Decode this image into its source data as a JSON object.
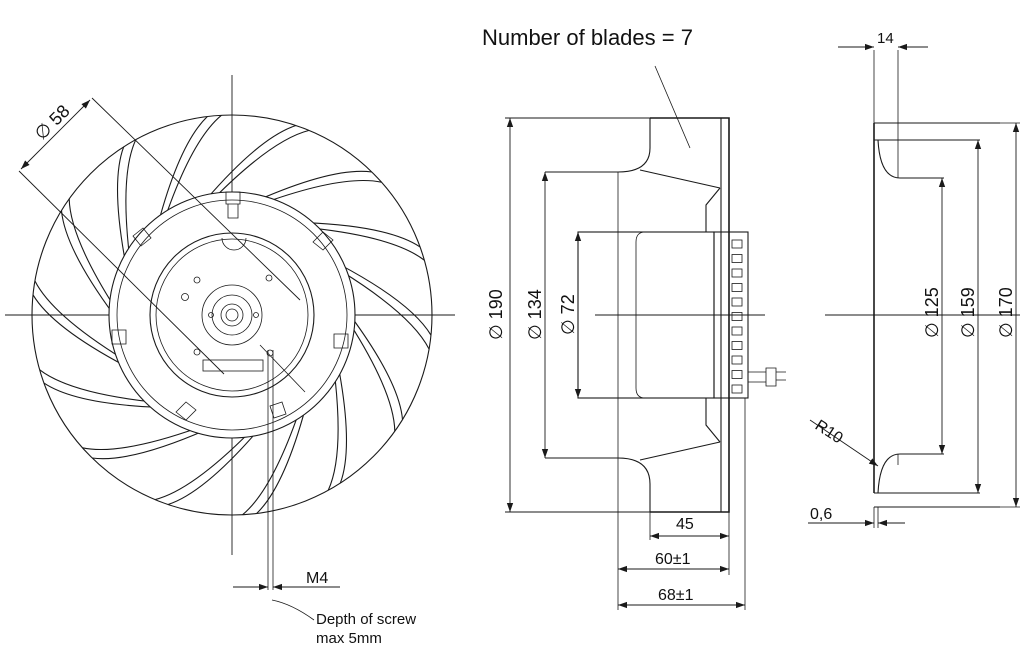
{
  "title": "Number of blades = 7",
  "front_view": {
    "hub_diameter": "∅ 58",
    "thread": "M4",
    "screw_note_line1": "Depth of screw",
    "screw_note_line2": "max 5mm"
  },
  "side_view": {
    "outer_diameter": "∅ 190",
    "inlet_diameter": "∅ 134",
    "motor_diameter": "∅  72",
    "depth_45": "45",
    "depth_60": "60±1",
    "depth_68": "68±1"
  },
  "inlet_ring": {
    "width": "14",
    "d_125": "∅ 125",
    "d_159": "∅ 159",
    "d_170": "∅ 170",
    "radius": "R10",
    "thickness": "0,6"
  }
}
